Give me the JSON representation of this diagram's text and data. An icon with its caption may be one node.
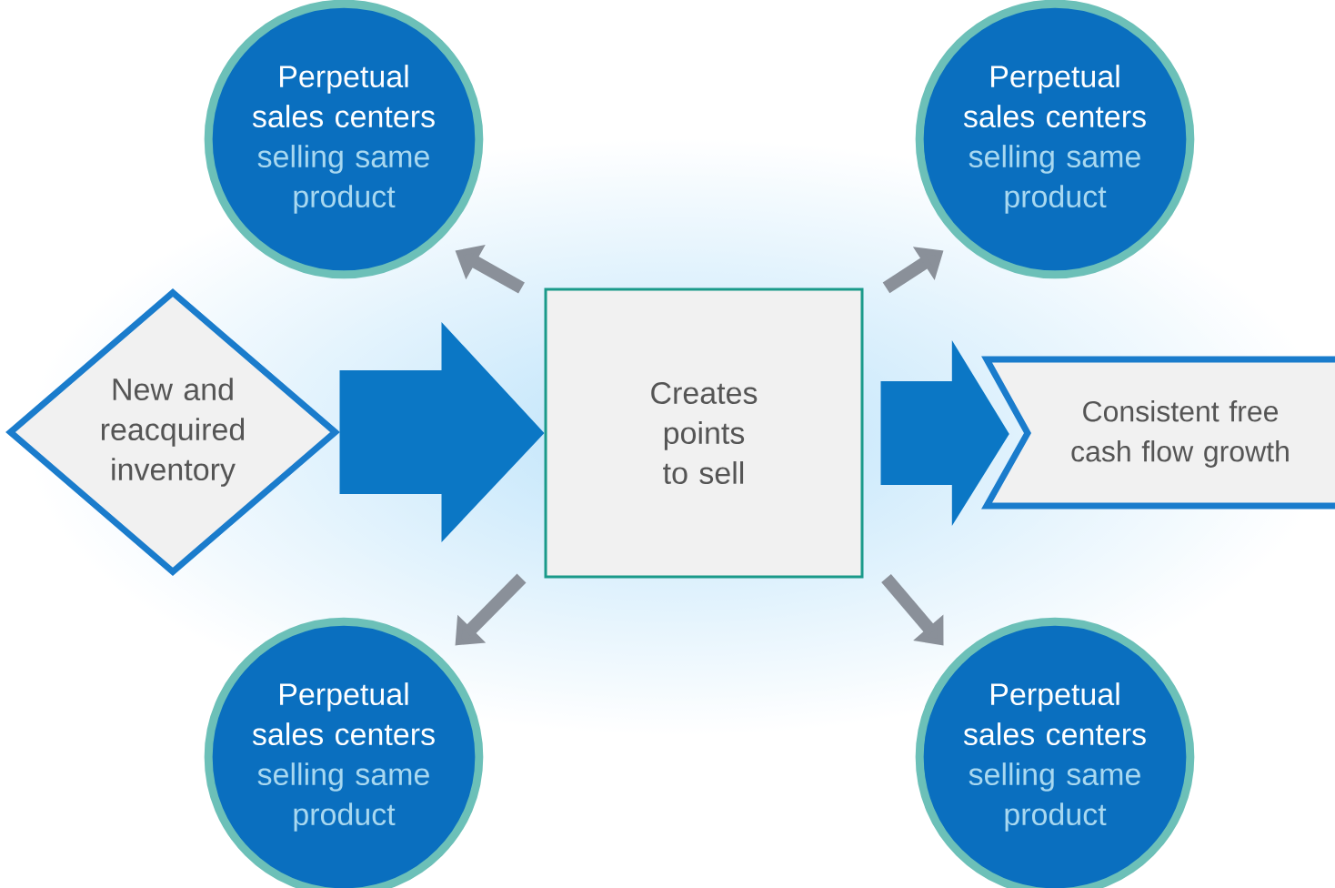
{
  "diagram": {
    "nodes": [
      {
        "text": [
          "New and reacquired inventory"
        ]
      },
      {
        "text": [
          "Creates points to sell"
        ]
      },
      {
        "text": [
          "Consistent free cash flow growth"
        ]
      },
      {
        "text": [
          "Perpetual sales centers",
          "selling same product"
        ]
      },
      {
        "text": [
          "Perpetual sales centers",
          "selling same product"
        ]
      },
      {
        "text": [
          "Perpetual sales centers",
          "selling same product"
        ]
      },
      {
        "text": [
          "Perpetual sales centers",
          "selling same product"
        ]
      }
    ],
    "edges": [
      {
        "from": 0,
        "to": 1,
        "arrow": "to",
        "style": "thick",
        "color": "#0b77c5"
      },
      {
        "from": 1,
        "to": 2,
        "arrow": "to",
        "style": "thick",
        "color": "#0b77c5"
      },
      {
        "from": 1,
        "to": 3,
        "arrow": "to"
      },
      {
        "from": 1,
        "to": 4,
        "arrow": "to"
      },
      {
        "from": 1,
        "to": 5,
        "arrow": "to"
      },
      {
        "from": 1,
        "to": 6,
        "arrow": "to"
      }
    ]
  }
}
